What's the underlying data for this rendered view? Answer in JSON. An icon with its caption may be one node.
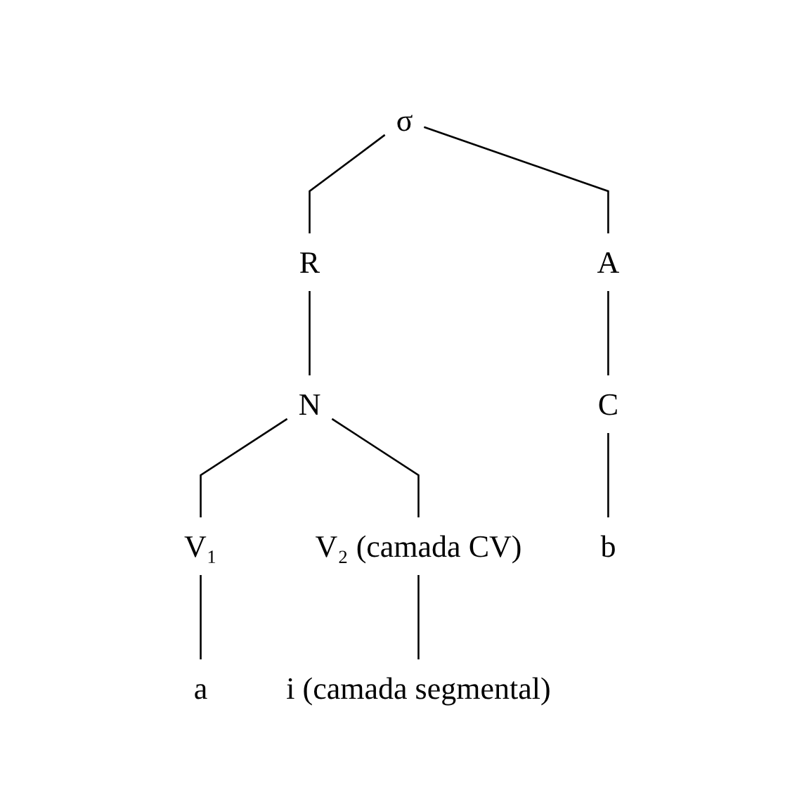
{
  "diagram": {
    "nodes": [
      {
        "text": [
          "σ"
        ]
      },
      {
        "text": [
          "A"
        ]
      },
      {
        "text": [
          "R"
        ]
      },
      {
        "text": [
          "N"
        ]
      },
      {
        "text": [
          "C"
        ]
      },
      {
        "text": [
          "V₁"
        ]
      },
      {
        "text": [
          "V₂"
        ],
        "beside": [
          "(camada CV)"
        ]
      },
      {
        "text": [
          "b"
        ]
      },
      {
        "text": [
          "a"
        ]
      },
      {
        "text": [
          "i"
        ],
        "beside": [
          "(camada segmental)"
        ]
      }
    ],
    "edges": [
      {
        "from": 0,
        "to": 1,
        "arrow": "none"
      },
      {
        "from": 0,
        "to": 2,
        "arrow": "none"
      },
      {
        "from": 1,
        "to": 4,
        "arrow": "none"
      },
      {
        "from": 2,
        "to": 3,
        "arrow": "none"
      },
      {
        "from": 3,
        "to": 5,
        "arrow": "none"
      },
      {
        "from": 3,
        "to": 6,
        "arrow": "none"
      },
      {
        "from": 4,
        "to": 7,
        "arrow": "none"
      },
      {
        "from": 5,
        "to": 8,
        "arrow": "none"
      },
      {
        "from": 6,
        "to": 9,
        "arrow": "none"
      }
    ]
  }
}
